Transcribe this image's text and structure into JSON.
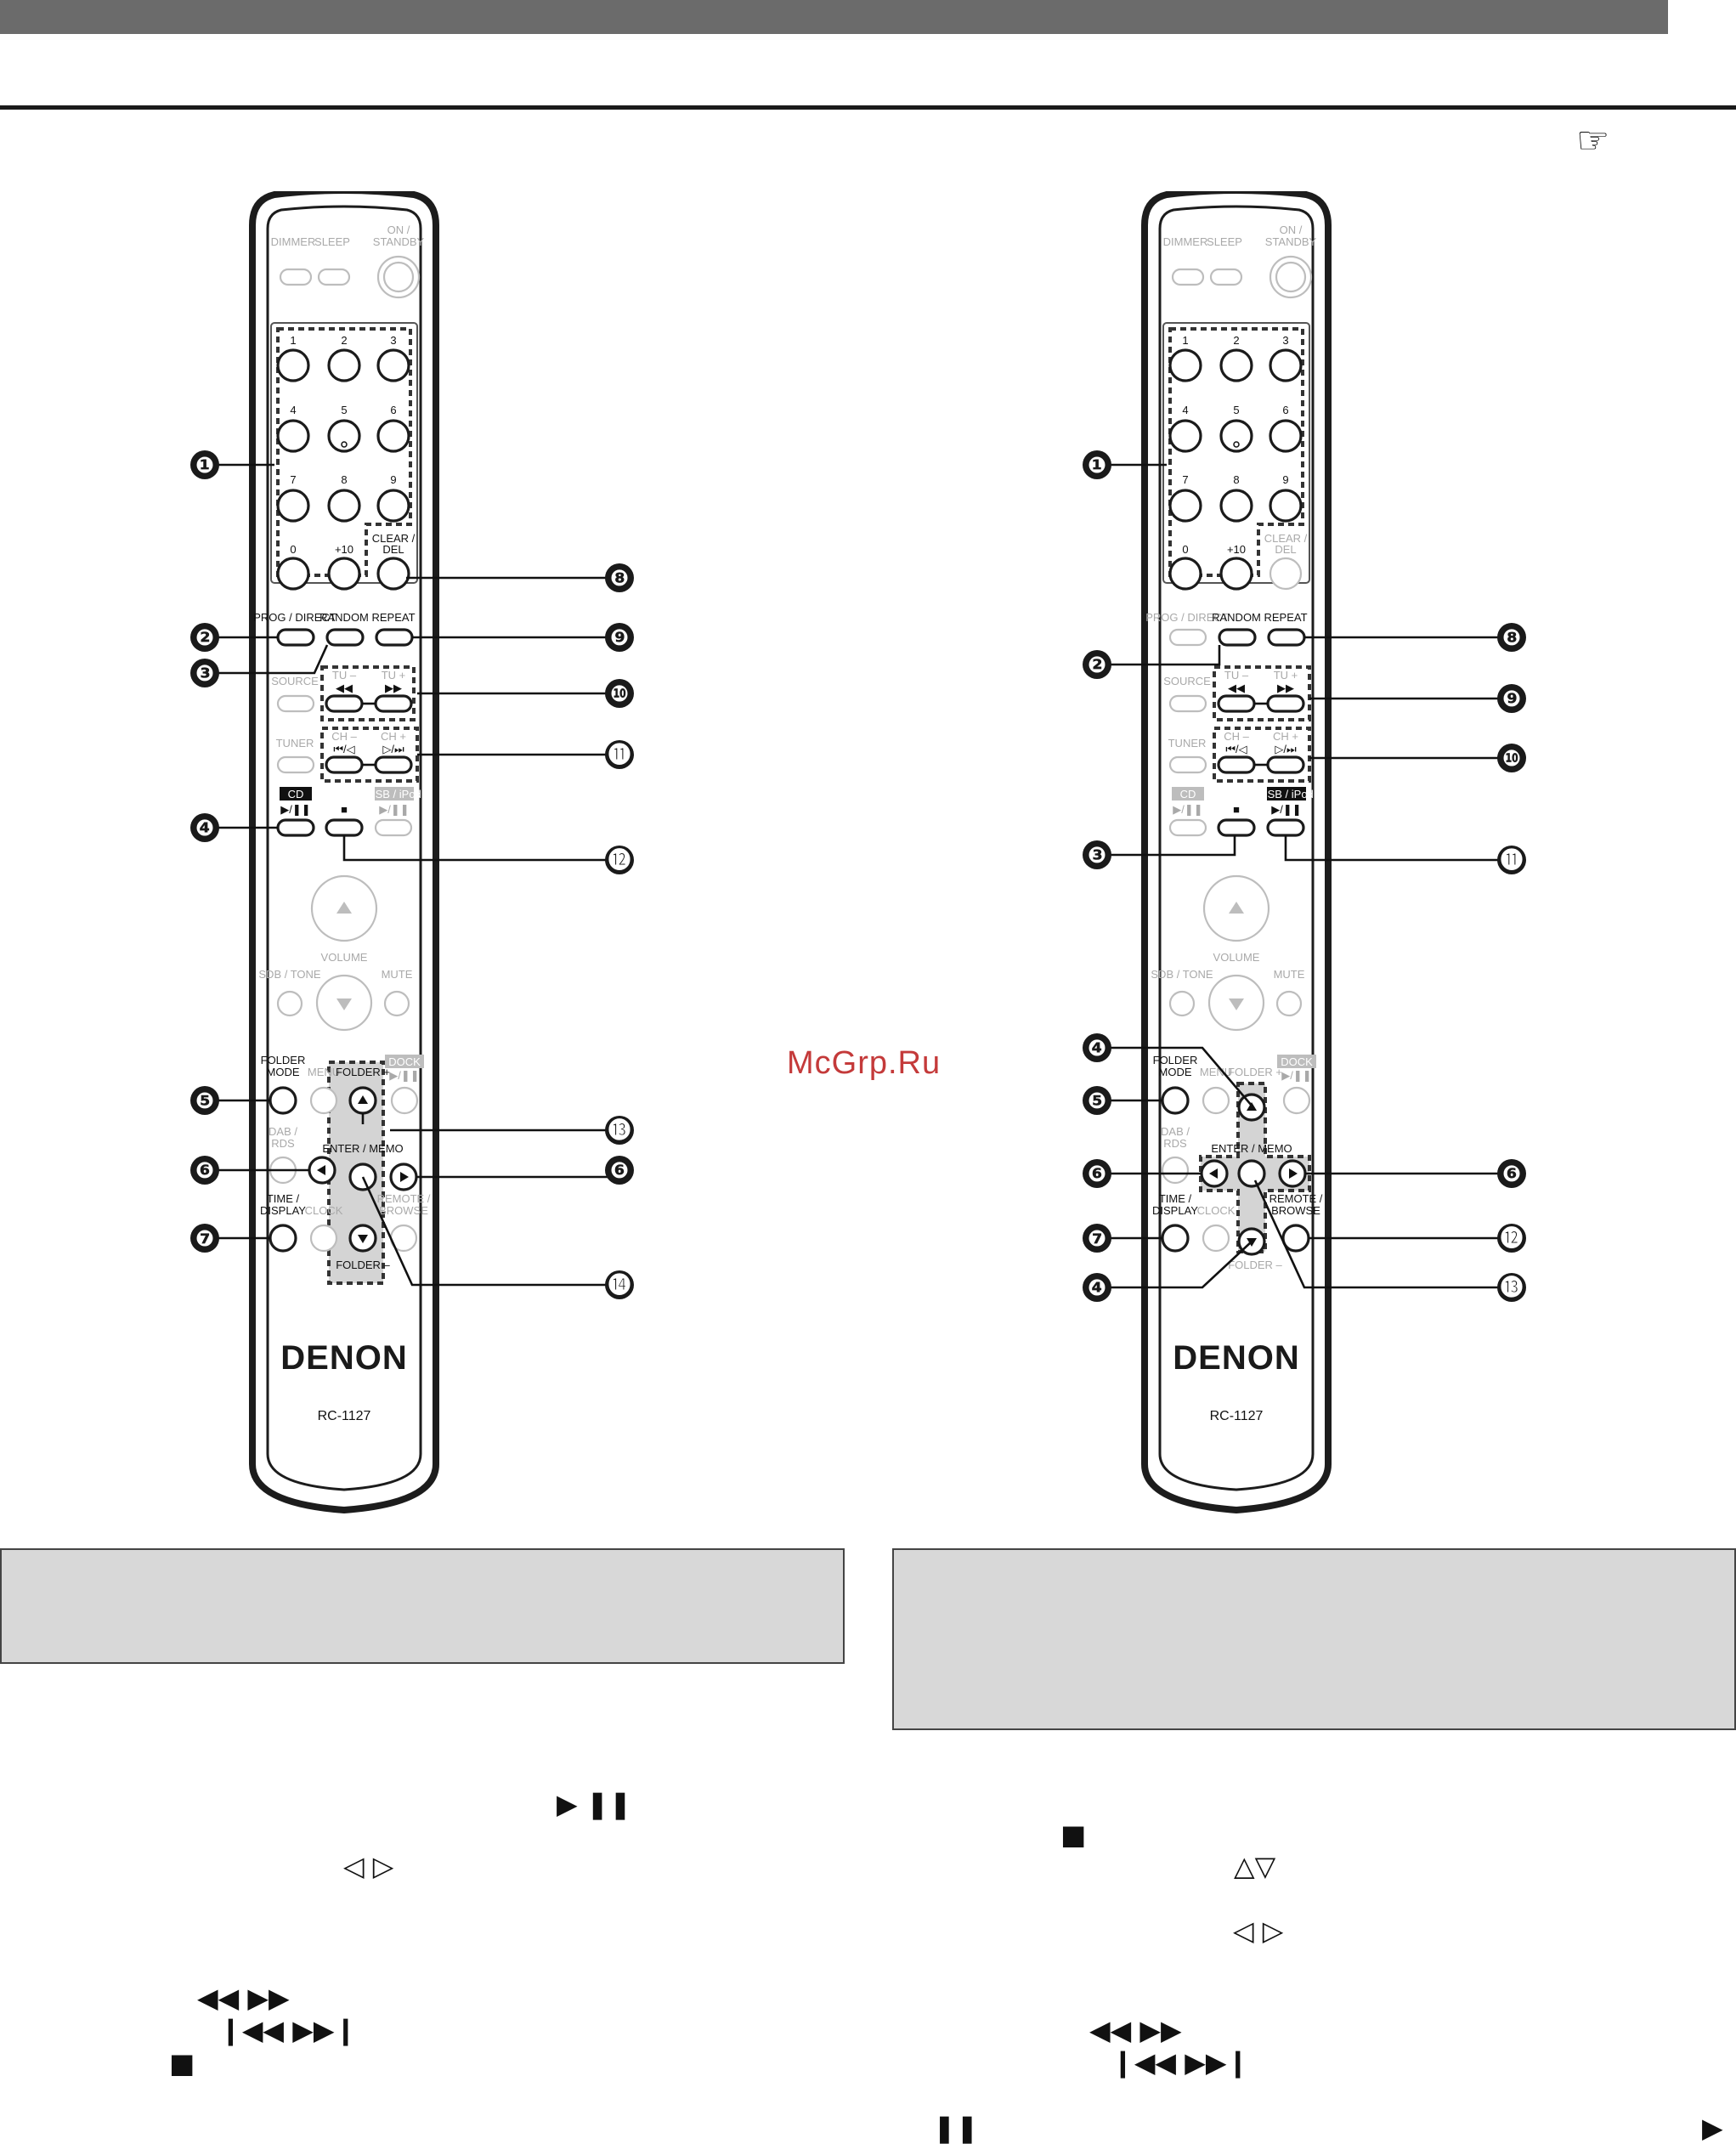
{
  "watermark": "McGrp.Ru",
  "reference_icon": "pointing-hand-icon",
  "remotes": [
    {
      "brand": "DENON",
      "model": "RC-1127",
      "labels": {
        "dimmer": "DIMMER",
        "sleep": "SLEEP",
        "on_standby": "ON / STANDBY",
        "n1": "1",
        "n2": "2",
        "n3": "3",
        "n4": "4",
        "n5": "5",
        "n6": "6",
        "n7": "7",
        "n8": "8",
        "n9": "9",
        "n0": "0",
        "plus10": "+10",
        "clear_del": "CLEAR / DEL",
        "prog_direct": "PROG / DIRECT",
        "random": "RANDOM",
        "repeat": "REPEAT",
        "source": "SOURCE",
        "tu_minus": "TU –",
        "tu_plus": "TU +",
        "tuner": "TUNER",
        "ch_minus": "CH –",
        "ch_plus": "CH +",
        "cd": "CD",
        "usb_ipod": "USB / iPod",
        "volume": "VOLUME",
        "sdb_tone": "SDB / TONE",
        "mute": "MUTE",
        "folder_mode": "FOLDER MODE",
        "menu": "MENU",
        "folder_plus": "FOLDER +",
        "dock": "DOCK",
        "dab_rds": "DAB / RDS",
        "enter_memo": "ENTER / MEMO",
        "time_display": "TIME / DISPLAY",
        "clock": "CLOCK",
        "remote_browse": "REMOTE / BROWSE",
        "folder_minus": "FOLDER –"
      },
      "callouts": [
        "❶",
        "❷",
        "❸",
        "❹",
        "❺",
        "❻",
        "❻",
        "❼",
        "❽",
        "❾",
        "❿",
        "⓫",
        "⓬",
        "⓭",
        "⓮"
      ]
    },
    {
      "brand": "DENON",
      "model": "RC-1127",
      "labels": {
        "dimmer": "DIMMER",
        "sleep": "SLEEP",
        "on_standby": "ON / STANDBY",
        "n1": "1",
        "n2": "2",
        "n3": "3",
        "n4": "4",
        "n5": "5",
        "n6": "6",
        "n7": "7",
        "n8": "8",
        "n9": "9",
        "n0": "0",
        "plus10": "+10",
        "clear_del": "CLEAR / DEL",
        "prog_direct": "PROG / DIRECT",
        "random": "RANDOM",
        "repeat": "REPEAT",
        "source": "SOURCE",
        "tu_minus": "TU –",
        "tu_plus": "TU +",
        "tuner": "TUNER",
        "ch_minus": "CH –",
        "ch_plus": "CH +",
        "cd": "CD",
        "usb_ipod": "USB / iPod",
        "volume": "VOLUME",
        "sdb_tone": "SDB / TONE",
        "mute": "MUTE",
        "folder_mode": "FOLDER MODE",
        "menu": "MENU",
        "folder_plus": "FOLDER +",
        "dock": "DOCK",
        "dab_rds": "DAB / RDS",
        "enter_memo": "ENTER / MEMO",
        "time_display": "TIME / DISPLAY",
        "clock": "CLOCK",
        "remote_browse": "REMOTE / BROWSE",
        "folder_minus": "FOLDER –"
      },
      "callouts": [
        "❶",
        "❷",
        "❸",
        "❹",
        "❹",
        "❺",
        "❻",
        "❻",
        "❼",
        "❽",
        "❾",
        "❿",
        "⓫",
        "⓬",
        "⓭"
      ]
    }
  ],
  "symbols": {
    "play_pause": "▶ ❚❚",
    "left_right_open": "◁ ▷",
    "rew_ff": "◀◀ ▶▶",
    "skip": "❙◀◀ ▶▶❙",
    "stop": "■",
    "up_down_open": "△▽",
    "play": "▶",
    "pause": "❚❚"
  }
}
